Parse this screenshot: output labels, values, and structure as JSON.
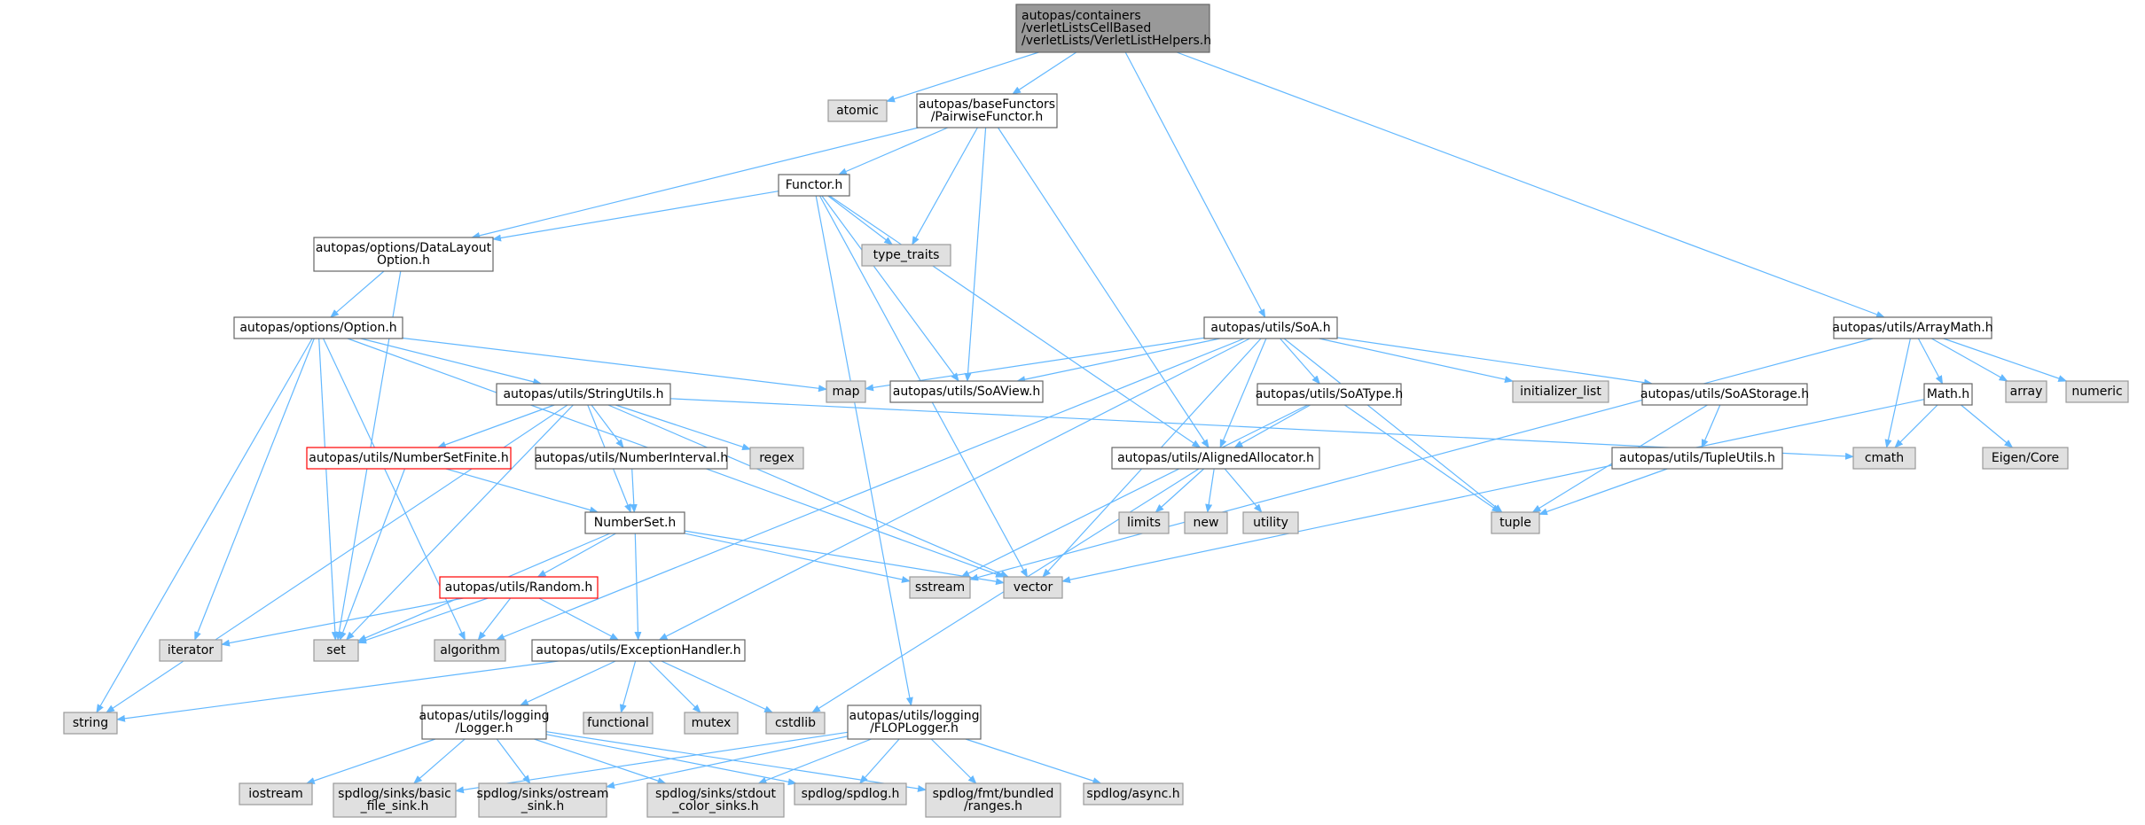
{
  "colors": {
    "root_fill": "#999999",
    "root_border": "#666666",
    "file_fill": "#ffffff",
    "file_border": "#666666",
    "system_fill": "#e0e0e0",
    "system_border": "#999999",
    "missing_border": "#ff0000",
    "edge": "#63b8ff"
  },
  "nodes": [
    {
      "id": "root",
      "kind": "root",
      "lines": [
        "autopas/containers",
        "/verletListsCellBased",
        "/verletLists/VerletListHelpers.h"
      ]
    },
    {
      "id": "atomic",
      "kind": "system",
      "lines": [
        "atomic"
      ]
    },
    {
      "id": "pairwise",
      "kind": "file",
      "lines": [
        "autopas/baseFunctors",
        "/PairwiseFunctor.h"
      ]
    },
    {
      "id": "functor",
      "kind": "file",
      "lines": [
        "Functor.h"
      ]
    },
    {
      "id": "typetraits",
      "kind": "system",
      "lines": [
        "type_traits"
      ]
    },
    {
      "id": "datalayout",
      "kind": "file",
      "lines": [
        "autopas/options/DataLayout",
        "Option.h"
      ]
    },
    {
      "id": "option",
      "kind": "file",
      "lines": [
        "autopas/options/Option.h"
      ]
    },
    {
      "id": "soa",
      "kind": "file",
      "lines": [
        "autopas/utils/SoA.h"
      ]
    },
    {
      "id": "arraymath",
      "kind": "file",
      "lines": [
        "autopas/utils/ArrayMath.h"
      ]
    },
    {
      "id": "map",
      "kind": "system",
      "lines": [
        "map"
      ]
    },
    {
      "id": "soaview",
      "kind": "file",
      "lines": [
        "autopas/utils/SoAView.h"
      ]
    },
    {
      "id": "stringutils",
      "kind": "file",
      "lines": [
        "autopas/utils/StringUtils.h"
      ]
    },
    {
      "id": "soatype",
      "kind": "file",
      "lines": [
        "autopas/utils/SoAType.h"
      ]
    },
    {
      "id": "initlist",
      "kind": "system",
      "lines": [
        "initializer_list"
      ]
    },
    {
      "id": "soastorage",
      "kind": "file",
      "lines": [
        "autopas/utils/SoAStorage.h"
      ]
    },
    {
      "id": "mathh",
      "kind": "file",
      "lines": [
        "Math.h"
      ]
    },
    {
      "id": "array",
      "kind": "system",
      "lines": [
        "array"
      ]
    },
    {
      "id": "numeric",
      "kind": "system",
      "lines": [
        "numeric"
      ]
    },
    {
      "id": "numsetfinite",
      "kind": "missing",
      "lines": [
        "autopas/utils/NumberSetFinite.h"
      ]
    },
    {
      "id": "numinterval",
      "kind": "file",
      "lines": [
        "autopas/utils/NumberInterval.h"
      ]
    },
    {
      "id": "regex",
      "kind": "system",
      "lines": [
        "regex"
      ]
    },
    {
      "id": "alignedalloc",
      "kind": "file",
      "lines": [
        "autopas/utils/AlignedAllocator.h"
      ]
    },
    {
      "id": "cmath",
      "kind": "system",
      "lines": [
        "cmath"
      ]
    },
    {
      "id": "eigen",
      "kind": "system",
      "lines": [
        "Eigen/Core"
      ]
    },
    {
      "id": "tupleutils",
      "kind": "file",
      "lines": [
        "autopas/utils/TupleUtils.h"
      ]
    },
    {
      "id": "numberset",
      "kind": "file",
      "lines": [
        "NumberSet.h"
      ]
    },
    {
      "id": "limits",
      "kind": "system",
      "lines": [
        "limits"
      ]
    },
    {
      "id": "new",
      "kind": "system",
      "lines": [
        "new"
      ]
    },
    {
      "id": "utility",
      "kind": "system",
      "lines": [
        "utility"
      ]
    },
    {
      "id": "tuple",
      "kind": "system",
      "lines": [
        "tuple"
      ]
    },
    {
      "id": "random",
      "kind": "missing",
      "lines": [
        "autopas/utils/Random.h"
      ]
    },
    {
      "id": "sstream",
      "kind": "system",
      "lines": [
        "sstream"
      ]
    },
    {
      "id": "vector",
      "kind": "system",
      "lines": [
        "vector"
      ]
    },
    {
      "id": "iterator",
      "kind": "system",
      "lines": [
        "iterator"
      ]
    },
    {
      "id": "set",
      "kind": "system",
      "lines": [
        "set"
      ]
    },
    {
      "id": "algorithm",
      "kind": "system",
      "lines": [
        "algorithm"
      ]
    },
    {
      "id": "exception",
      "kind": "file",
      "lines": [
        "autopas/utils/ExceptionHandler.h"
      ]
    },
    {
      "id": "string",
      "kind": "system",
      "lines": [
        "string"
      ]
    },
    {
      "id": "logger",
      "kind": "file",
      "lines": [
        "autopas/utils/logging",
        "/Logger.h"
      ]
    },
    {
      "id": "functional",
      "kind": "system",
      "lines": [
        "functional"
      ]
    },
    {
      "id": "mutex",
      "kind": "system",
      "lines": [
        "mutex"
      ]
    },
    {
      "id": "cstdlib",
      "kind": "system",
      "lines": [
        "cstdlib"
      ]
    },
    {
      "id": "floplogger",
      "kind": "file",
      "lines": [
        "autopas/utils/logging",
        "/FLOPLogger.h"
      ]
    },
    {
      "id": "iostream",
      "kind": "system",
      "lines": [
        "iostream"
      ]
    },
    {
      "id": "basicfile",
      "kind": "system",
      "lines": [
        "spdlog/sinks/basic",
        "_file_sink.h"
      ]
    },
    {
      "id": "ostreamsink",
      "kind": "system",
      "lines": [
        "spdlog/sinks/ostream",
        "_sink.h"
      ]
    },
    {
      "id": "stdoutsink",
      "kind": "system",
      "lines": [
        "spdlog/sinks/stdout",
        "_color_sinks.h"
      ]
    },
    {
      "id": "spdlog",
      "kind": "system",
      "lines": [
        "spdlog/spdlog.h"
      ]
    },
    {
      "id": "ranges",
      "kind": "system",
      "lines": [
        "spdlog/fmt/bundled",
        "/ranges.h"
      ]
    },
    {
      "id": "async",
      "kind": "system",
      "lines": [
        "spdlog/async.h"
      ]
    }
  ],
  "edges": [
    [
      "root",
      "atomic"
    ],
    [
      "root",
      "pairwise"
    ],
    [
      "root",
      "soa"
    ],
    [
      "root",
      "arraymath"
    ],
    [
      "pairwise",
      "functor"
    ],
    [
      "pairwise",
      "typetraits"
    ],
    [
      "pairwise",
      "datalayout"
    ],
    [
      "pairwise",
      "soaview"
    ],
    [
      "pairwise",
      "alignedalloc"
    ],
    [
      "functor",
      "typetraits"
    ],
    [
      "functor",
      "datalayout"
    ],
    [
      "functor",
      "soaview"
    ],
    [
      "functor",
      "alignedalloc"
    ],
    [
      "functor",
      "floplogger"
    ],
    [
      "functor",
      "vector"
    ],
    [
      "datalayout",
      "option"
    ],
    [
      "datalayout",
      "set"
    ],
    [
      "option",
      "map"
    ],
    [
      "option",
      "stringutils"
    ],
    [
      "option",
      "vector"
    ],
    [
      "option",
      "string"
    ],
    [
      "option",
      "iterator"
    ],
    [
      "option",
      "set"
    ],
    [
      "option",
      "algorithm"
    ],
    [
      "soa",
      "map"
    ],
    [
      "soa",
      "soaview"
    ],
    [
      "soa",
      "soatype"
    ],
    [
      "soa",
      "initlist"
    ],
    [
      "soa",
      "soastorage"
    ],
    [
      "soa",
      "alignedalloc"
    ],
    [
      "soa",
      "tuple"
    ],
    [
      "soa",
      "vector"
    ],
    [
      "soa",
      "algorithm"
    ],
    [
      "soa",
      "exception"
    ],
    [
      "arraymath",
      "mathh"
    ],
    [
      "arraymath",
      "array"
    ],
    [
      "arraymath",
      "numeric"
    ],
    [
      "arraymath",
      "cmath"
    ],
    [
      "arraymath",
      "sstream"
    ],
    [
      "mathh",
      "cmath"
    ],
    [
      "mathh",
      "eigen"
    ],
    [
      "mathh",
      "vector"
    ],
    [
      "stringutils",
      "numsetfinite"
    ],
    [
      "stringutils",
      "numinterval"
    ],
    [
      "stringutils",
      "regex"
    ],
    [
      "stringutils",
      "numberset"
    ],
    [
      "stringutils",
      "cmath"
    ],
    [
      "stringutils",
      "vector"
    ],
    [
      "stringutils",
      "string"
    ],
    [
      "stringutils",
      "set"
    ],
    [
      "soatype",
      "alignedalloc"
    ],
    [
      "soatype",
      "tuple"
    ],
    [
      "soatype",
      "sstream"
    ],
    [
      "soastorage",
      "tupleutils"
    ],
    [
      "soastorage",
      "tuple"
    ],
    [
      "tupleutils",
      "tuple"
    ],
    [
      "alignedalloc",
      "limits"
    ],
    [
      "alignedalloc",
      "new"
    ],
    [
      "alignedalloc",
      "utility"
    ],
    [
      "alignedalloc",
      "cstdlib"
    ],
    [
      "numsetfinite",
      "numberset"
    ],
    [
      "numsetfinite",
      "set"
    ],
    [
      "numinterval",
      "numberset"
    ],
    [
      "numberset",
      "random"
    ],
    [
      "numberset",
      "exception"
    ],
    [
      "numberset",
      "sstream"
    ],
    [
      "numberset",
      "vector"
    ],
    [
      "numberset",
      "set"
    ],
    [
      "random",
      "iterator"
    ],
    [
      "random",
      "set"
    ],
    [
      "random",
      "algorithm"
    ],
    [
      "random",
      "exception"
    ],
    [
      "exception",
      "string"
    ],
    [
      "exception",
      "logger"
    ],
    [
      "exception",
      "functional"
    ],
    [
      "exception",
      "mutex"
    ],
    [
      "exception",
      "cstdlib"
    ],
    [
      "logger",
      "iostream"
    ],
    [
      "logger",
      "basicfile"
    ],
    [
      "logger",
      "ostreamsink"
    ],
    [
      "logger",
      "stdoutsink"
    ],
    [
      "logger",
      "spdlog"
    ],
    [
      "logger",
      "ranges"
    ],
    [
      "floplogger",
      "basicfile"
    ],
    [
      "floplogger",
      "ostreamsink"
    ],
    [
      "floplogger",
      "stdoutsink"
    ],
    [
      "floplogger",
      "spdlog"
    ],
    [
      "floplogger",
      "ranges"
    ],
    [
      "floplogger",
      "async"
    ]
  ]
}
